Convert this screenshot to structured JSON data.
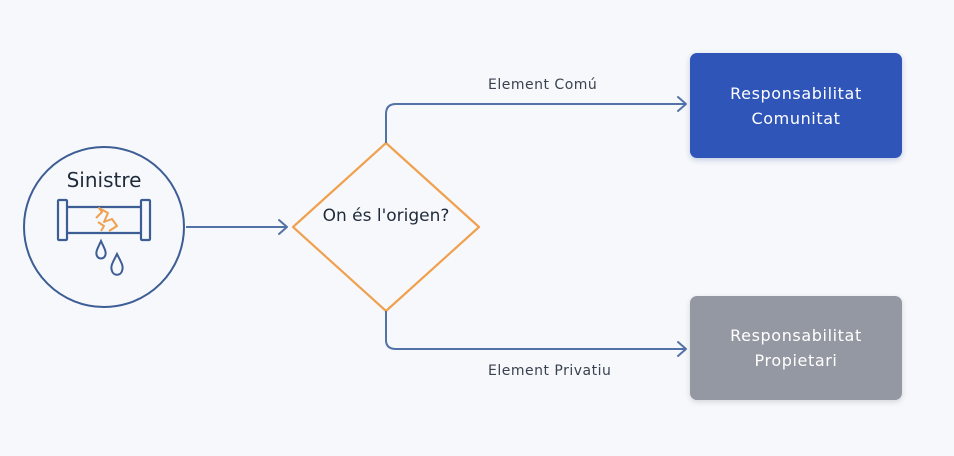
{
  "diagram": {
    "start_node": {
      "label": "Sinistre",
      "icon": "broken-pipe-icon"
    },
    "decision_node": {
      "label": "On és l'origen?"
    },
    "branches": [
      {
        "label": "Element Comú",
        "target_line1": "Responsabilitat",
        "target_line2": "Comunitat"
      },
      {
        "label": "Element Privatiu",
        "target_line1": "Responsabilitat",
        "target_line2": "Propietari"
      }
    ],
    "colors": {
      "line": "#5272a8",
      "start_circle": "#3d5d95",
      "decision_border": "#f0a14f",
      "pipe": "#3d5d95",
      "crack": "#f0a14f",
      "community_box": "#2f55b9",
      "owner_box": "#9498a2"
    }
  }
}
